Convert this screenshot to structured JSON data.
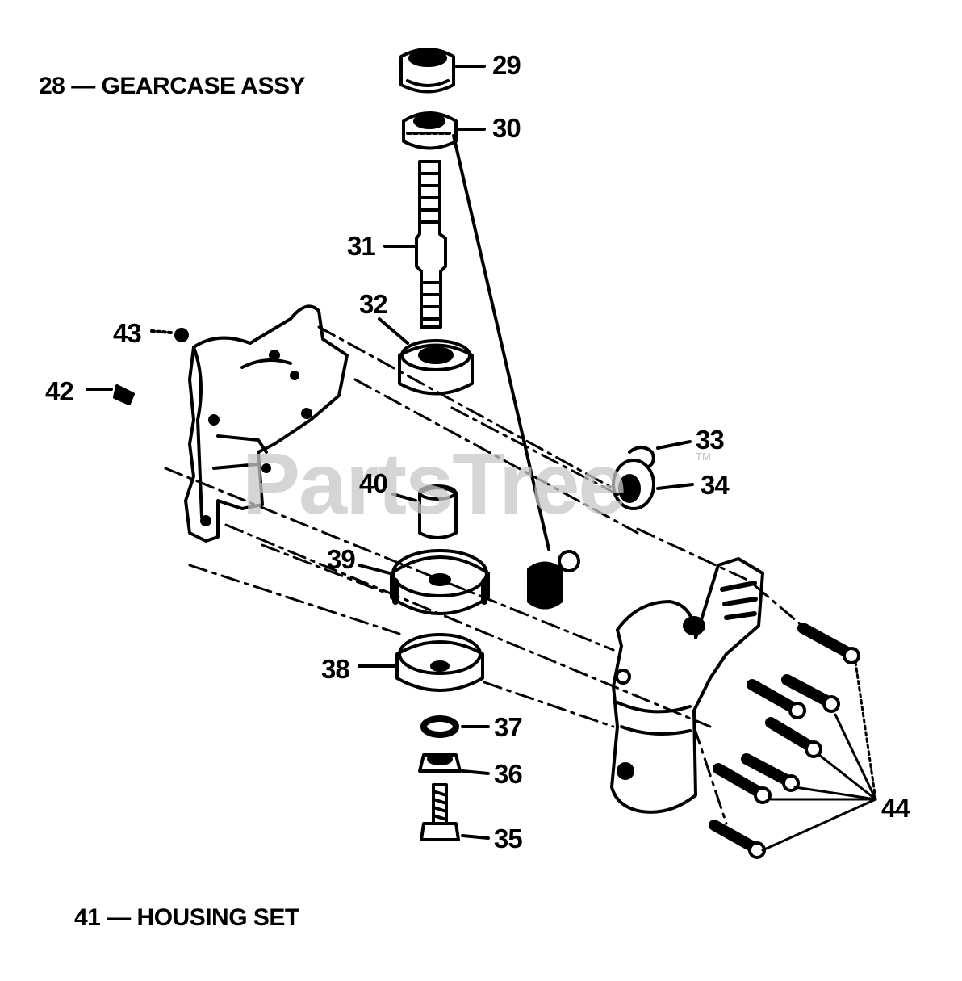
{
  "captions": {
    "gearcase": "28 — GEARCASE ASSY",
    "housing": "41 — HOUSING SET"
  },
  "callouts": {
    "c29": "29",
    "c30": "30",
    "c31": "31",
    "c32": "32",
    "c33": "33",
    "c34": "34",
    "c35": "35",
    "c36": "36",
    "c37": "37",
    "c38": "38",
    "c39": "39",
    "c40": "40",
    "c42": "42",
    "c43": "43",
    "c44": "44"
  },
  "watermark": {
    "text": "PartsTree",
    "tm": "TM"
  }
}
